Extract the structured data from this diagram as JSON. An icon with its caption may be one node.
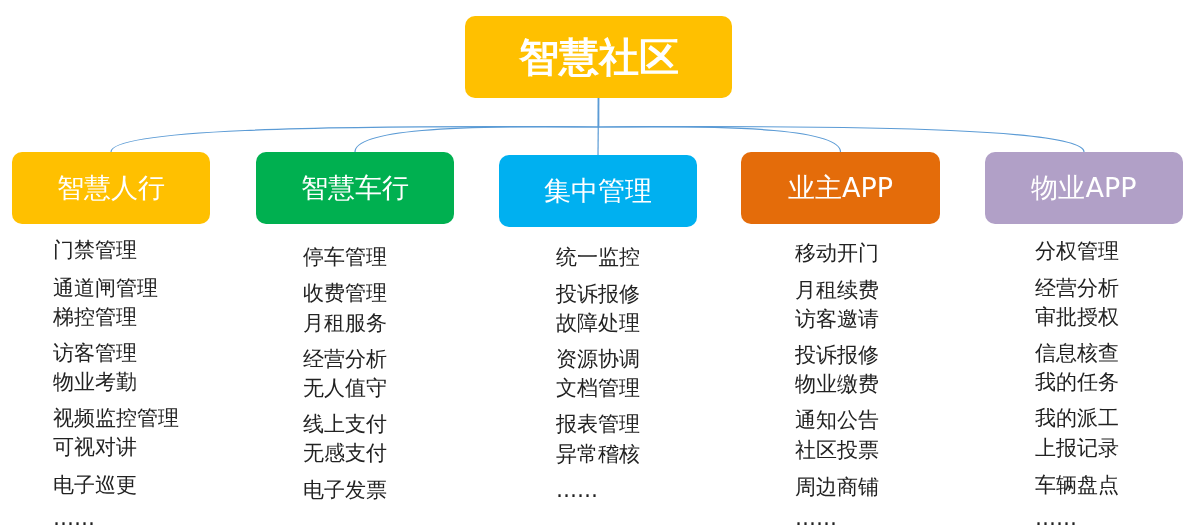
{
  "diagram": {
    "nodes": [
      {
        "text": [
          "智慧社区"
        ]
      },
      {
        "text": [
          "智慧人行"
        ],
        "beside": [
          "门禁管理",
          "通道闸管理",
          "梯控管理",
          "访客管理",
          "物业考勤",
          "视频监控管理",
          "可视对讲",
          "电子巡更",
          "……"
        ]
      },
      {
        "text": [
          "智慧车行"
        ],
        "beside": [
          "停车管理",
          "收费管理",
          "月租服务",
          "经营分析",
          "无人值守",
          "线上支付",
          "无感支付",
          "电子发票"
        ]
      },
      {
        "text": [
          "集中管理"
        ],
        "beside": [
          "统一监控",
          "投诉报修",
          "故障处理",
          "资源协调",
          "文档管理",
          "报表管理",
          "异常稽核",
          "……"
        ]
      },
      {
        "text": [
          "业主APP"
        ],
        "beside": [
          "移动开门",
          "月租续费",
          "访客邀请",
          "投诉报修",
          "物业缴费",
          "通知公告",
          "社区投票",
          "周边商铺",
          "……"
        ]
      },
      {
        "text": [
          "物业APP"
        ],
        "beside": [
          "分权管理",
          "经营分析",
          "审批授权",
          "信息核查",
          "我的任务",
          "我的派工",
          "上报记录",
          "车辆盘点",
          "……"
        ]
      }
    ],
    "edges": [
      {
        "from": 0,
        "to": 1,
        "arrow": "none"
      },
      {
        "from": 0,
        "to": 2,
        "arrow": "none"
      },
      {
        "from": 0,
        "to": 3,
        "arrow": "none"
      },
      {
        "from": 0,
        "to": 4,
        "arrow": "none"
      },
      {
        "from": 0,
        "to": 5,
        "arrow": "none"
      }
    ]
  }
}
